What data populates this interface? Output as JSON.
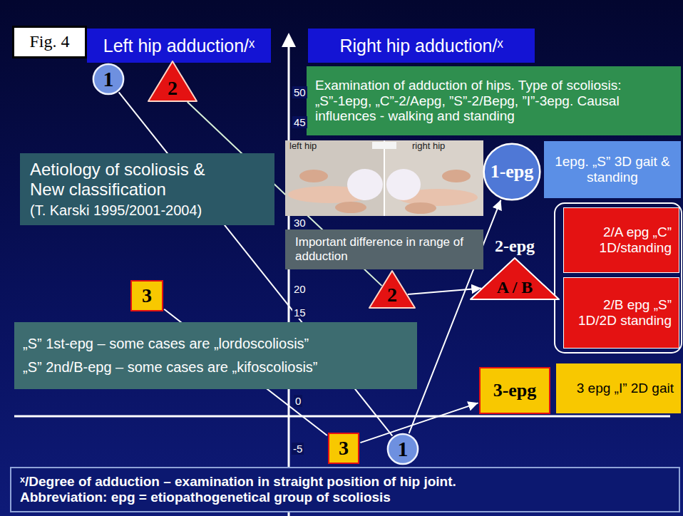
{
  "diagram": {
    "nodes": [
      {
        "text": [
          "Fig. 4"
        ]
      },
      {
        "text": [
          "Left hip adduction/ˣ"
        ]
      },
      {
        "text": [
          "Right hip adduction/ˣ"
        ]
      },
      {
        "text": [
          "1"
        ]
      },
      {
        "text": [
          "2"
        ]
      },
      {
        "text": [
          "Examination of adduction of hips. Type of scoliosis: „S”-1epg, „C”-2/Aepg, ”S”-2/Bepg, ”I”-3epg. Causal influences - walking and standing"
        ]
      },
      {
        "text": [
          "Aetiology of scoliosis & New classification",
          "(T. Karski 1995/2001-2004)"
        ]
      },
      {
        "text": [
          "Important difference in range of adduction"
        ]
      },
      {
        "text": [
          "1-epg"
        ]
      },
      {
        "text": [
          "1epg. „S” 3D gait & standing"
        ]
      },
      {
        "text": [
          "2-epg",
          "A / B"
        ]
      },
      {
        "text": [
          "2/A epg „C” 1D/standing"
        ]
      },
      {
        "text": [
          "2/B epg „S” 1D/2D standing"
        ]
      },
      {
        "text": [
          "3"
        ]
      },
      {
        "text": [
          "2"
        ]
      },
      {
        "text": [
          "„S” 1st-epg – some cases are „lordoscoliosis”",
          "„S” 2nd/B-epg – some cases are „kifoscoliosis”"
        ]
      },
      {
        "text": [
          "3-epg"
        ]
      },
      {
        "text": [
          "3 epg „I” 2D gait"
        ]
      },
      {
        "text": [
          "3"
        ]
      },
      {
        "text": [
          "1"
        ]
      },
      {
        "text": [
          "ˣ/Degree of adduction – examination in straight position of hip joint.",
          "Abbreviation: epg = etiopathogenetical group of scoliosis"
        ]
      }
    ],
    "edges": [
      {
        "from": 3,
        "to": 19,
        "arrow": "none"
      },
      {
        "from": 4,
        "to": 14,
        "arrow": "none"
      },
      {
        "from": 13,
        "to": 18,
        "arrow": "none"
      },
      {
        "from": 19,
        "to": 8,
        "arrow": "to"
      },
      {
        "from": 14,
        "to": 10,
        "arrow": "to"
      },
      {
        "from": 18,
        "to": 16,
        "arrow": "to"
      }
    ],
    "labels": [
      "left hip",
      "right hip",
      "50",
      "45",
      "30",
      "20",
      "15",
      "0",
      "-5"
    ]
  }
}
